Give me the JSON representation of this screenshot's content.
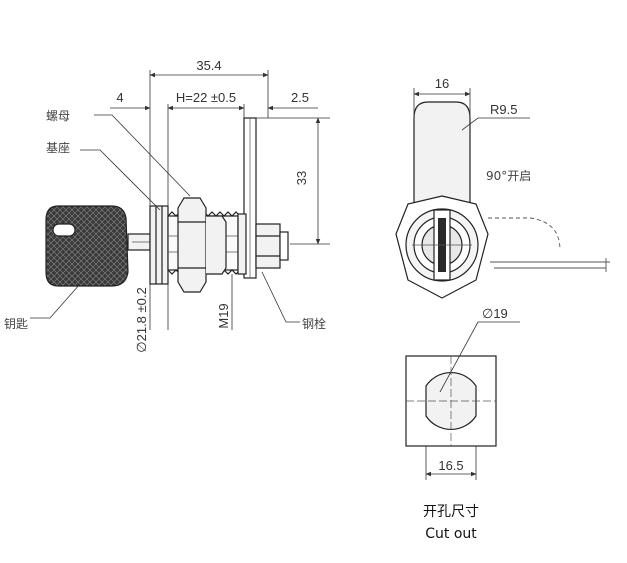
{
  "side_view": {
    "dims": {
      "overall": "35.4",
      "left": "4",
      "h": "H=22 ±0.5",
      "right": "2.5",
      "cam": "33",
      "body_dia": "∅21.8 ±0.2",
      "thread": "M19"
    },
    "labels": {
      "nut": "螺母",
      "base": "基座",
      "key": "钥匙",
      "bolt": "钢栓"
    }
  },
  "end_view": {
    "dims": {
      "width": "16",
      "radius": "R9.5"
    },
    "rotation": "90°开启"
  },
  "cutout": {
    "dims": {
      "dia": "∅19",
      "flat": "16.5"
    },
    "caption_cn": "开孔尺寸",
    "caption_en": "Cut out"
  },
  "colors": {
    "line": "#222222",
    "thin": "#555555",
    "fill": "#f2f2f2",
    "key": "#3a3a3a"
  }
}
